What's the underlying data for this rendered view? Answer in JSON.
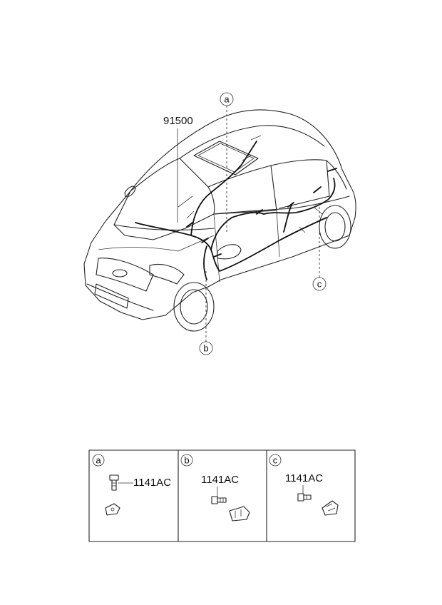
{
  "main_part_number": "91500",
  "callouts": {
    "a": "a",
    "b": "b",
    "c": "c"
  },
  "detail_panels": [
    {
      "letter": "a",
      "part_number": "1141AC"
    },
    {
      "letter": "b",
      "part_number": "1141AC"
    },
    {
      "letter": "c",
      "part_number": "1141AC"
    }
  ]
}
